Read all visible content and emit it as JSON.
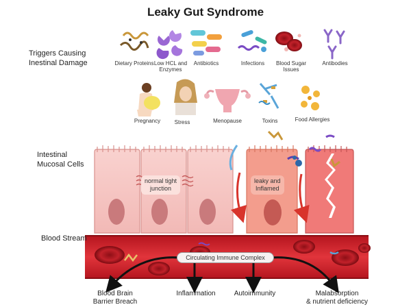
{
  "title": "Leaky Gut Syndrome",
  "section_labels": {
    "triggers": "Triggers Causing\nInestinal Damage",
    "mucosal_cells": "Intestinal\nMucosal Cells",
    "blood_stream": "Blood Stream"
  },
  "triggers_row1": [
    {
      "label": "Dietary Proteins",
      "icon": "protein-chain-icon"
    },
    {
      "label": "Low HCL and\nEnzymes",
      "icon": "enzyme-icon"
    },
    {
      "label": "Antibiotics",
      "icon": "pill-capsule-icon"
    },
    {
      "label": "Infections",
      "icon": "bacteria-icon"
    },
    {
      "label": "Blood Sugar\nIssues",
      "icon": "blood-cell-icon"
    },
    {
      "label": "Antibodies",
      "icon": "antibody-icon"
    }
  ],
  "triggers_row2": [
    {
      "label": "Pregnancy",
      "icon": "pregnant-woman-icon"
    },
    {
      "label": "Stress",
      "icon": "stressed-person-icon"
    },
    {
      "label": "Menopause",
      "icon": "uterus-icon"
    },
    {
      "label": "Toxins",
      "icon": "toxin-icon"
    },
    {
      "label": "Food Allergies",
      "icon": "pollen-allergen-icon"
    }
  ],
  "cell_labels": {
    "normal": "normal tight\njunction",
    "leaky": "leaky and\nInflamed"
  },
  "immune_complex": "Circulating Immune Complex",
  "outcomes": [
    {
      "label": "Blood Brain\nBarrier Breach"
    },
    {
      "label": "Inflammation"
    },
    {
      "label": "Autoimmunity"
    },
    {
      "label": "Malabsorption\n& nutrient deficiency"
    }
  ],
  "colors": {
    "normal_cell": "#f6c6c4",
    "inflamed_cell": "#f39d8d",
    "damaged_cell": "#f07a78",
    "nucleus": "#c97a7c",
    "blood": "#d8323a",
    "red_cell": "#b01820",
    "arrow": "#d8342c"
  }
}
